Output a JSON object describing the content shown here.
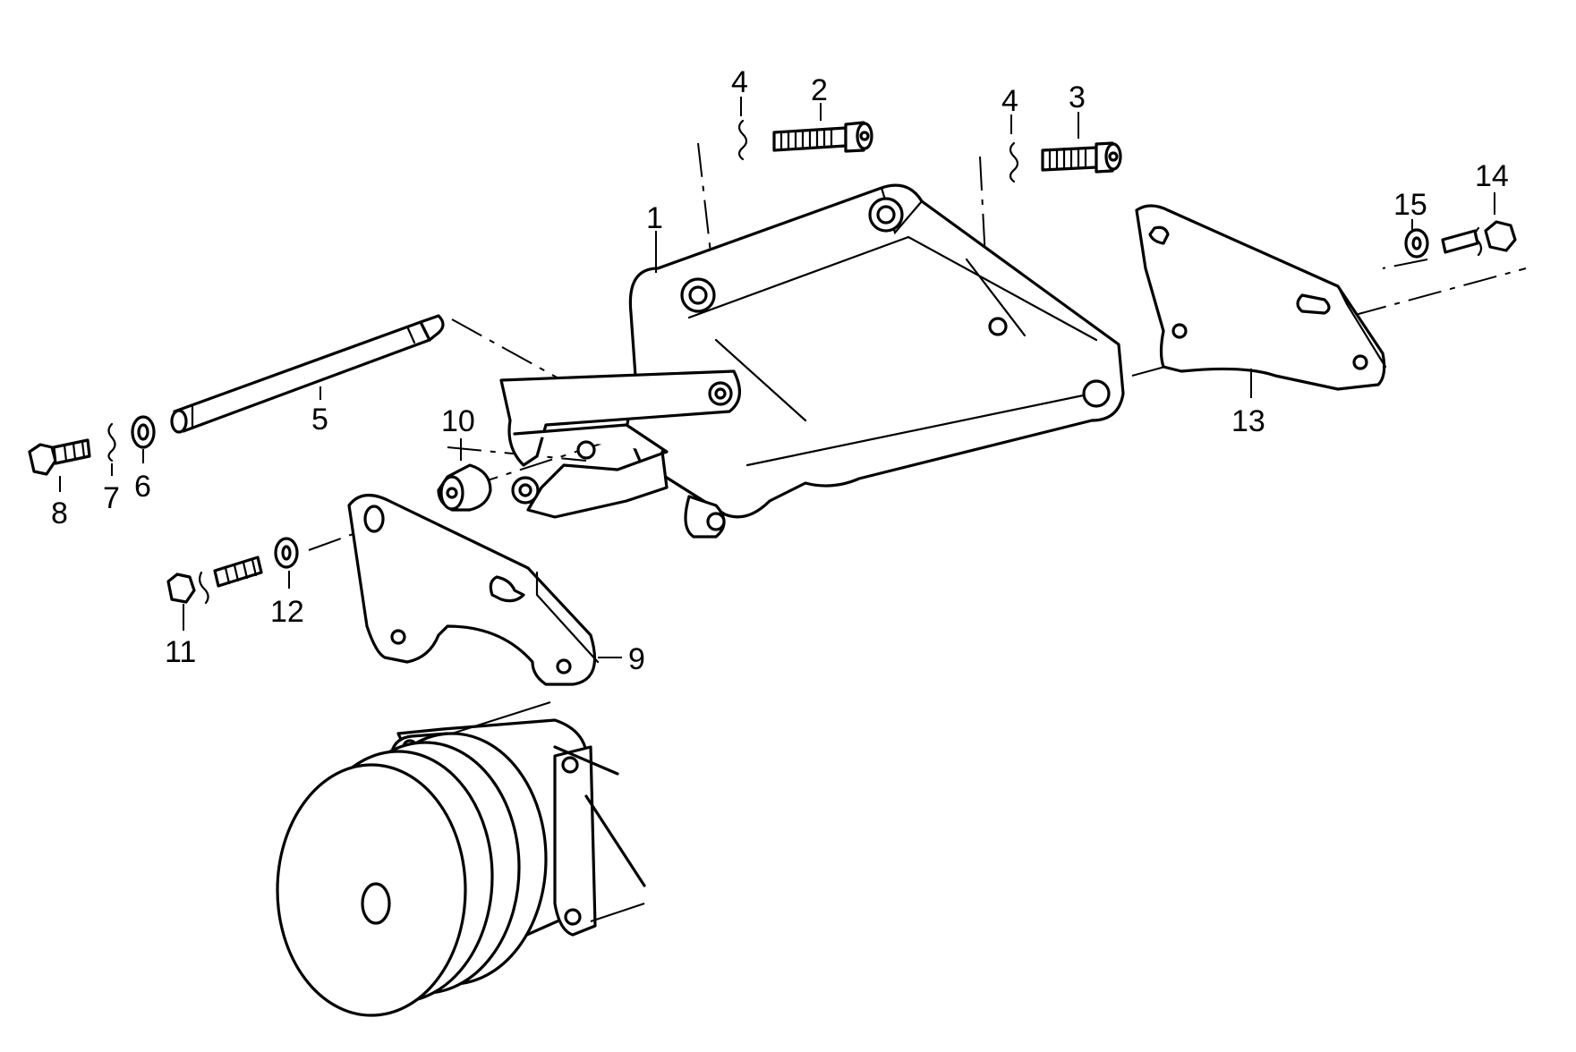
{
  "callouts": {
    "c1": "1",
    "c2": "2",
    "c3": "3",
    "c4a": "4",
    "c4b": "4",
    "c5": "5",
    "c6": "6",
    "c7": "7",
    "c8": "8",
    "c9": "9",
    "c10": "10",
    "c11": "11",
    "c12": "12",
    "c13": "13",
    "c14": "14",
    "c15": "15"
  },
  "colors": {
    "line": "#000000",
    "background": "#ffffff"
  }
}
